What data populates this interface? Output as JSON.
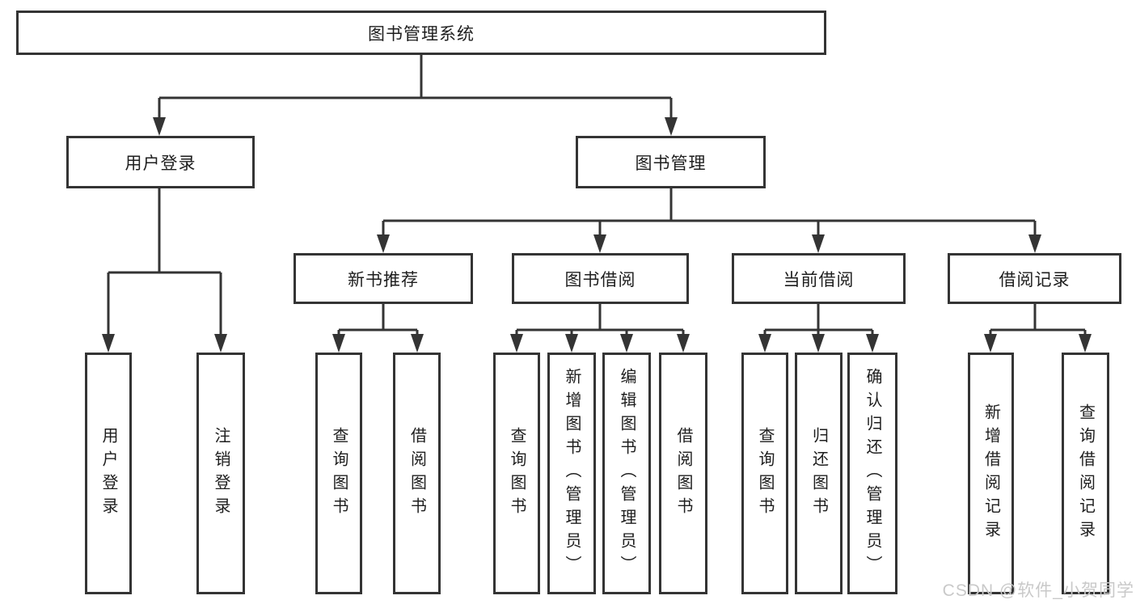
{
  "nodes": {
    "root": "图书管理系统",
    "user_login": "用户登录",
    "book_management": "图书管理",
    "new_book_recommend": "新书推荐",
    "book_borrow": "图书借阅",
    "current_borrow": "当前借阅",
    "borrow_record": "借阅记录",
    "login_leaf": "用户登录",
    "logout_leaf": "注销登录",
    "nbr_query_book": "查询图书",
    "nbr_borrow_book": "借阅图书",
    "bb_query_book": "查询图书",
    "bb_add_book": "新增图书（管理员）",
    "bb_edit_book": "编辑图书（管理员）",
    "bb_borrow_book": "借阅图书",
    "cb_query_book": "查询图书",
    "cb_return_book": "归还图书",
    "cb_confirm_return": "确认归还（管理员）",
    "br_add_record": "新增借阅记录",
    "br_query_record": "查询借阅记录"
  },
  "watermark": {
    "text": "CSDN @软件_小贺同学"
  },
  "colors": {
    "line": "#343434",
    "text": "#1e1e1e",
    "background": "#ffffff",
    "watermark": "#c9c9c9"
  }
}
